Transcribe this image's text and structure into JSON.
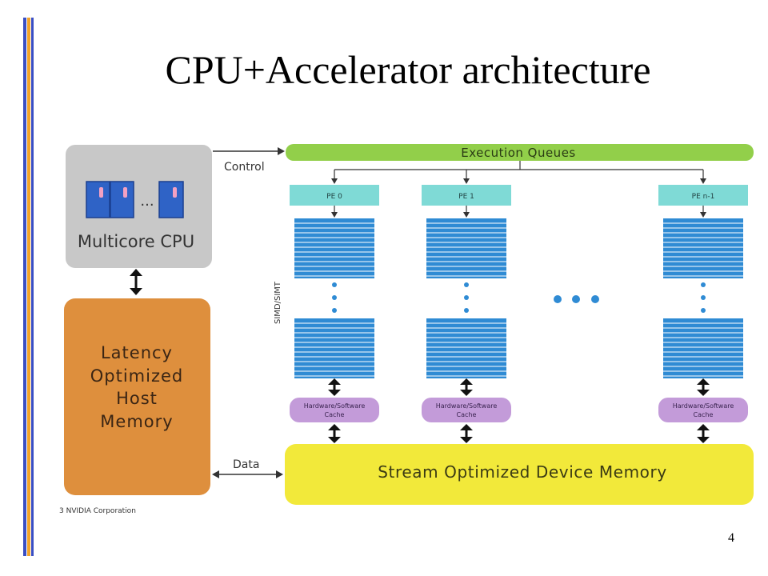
{
  "slide": {
    "title": "CPU+Accelerator architecture",
    "page_number": "4"
  },
  "diagram": {
    "cpu_label": "Multicore CPU",
    "cpu_dots": "...",
    "host_memory_lines": [
      "Latency",
      "Optimized",
      "Host",
      "Memory"
    ],
    "control_label": "Control",
    "data_label": "Data",
    "execution_queues_label": "Execution Queues",
    "simd_label": "SIMD/SIMT",
    "pe_labels": [
      "PE 0",
      "PE 1",
      "PE n-1"
    ],
    "cache_label_lines": [
      "Hardware/Software",
      "Cache"
    ],
    "device_memory_label": "Stream Optimized Device Memory",
    "copyright": "3 NVIDIA Corporation",
    "colors": {
      "cpu_box": "#c8c8c8",
      "core_blue": "#2f63c6",
      "host_memory": "#de8f3d",
      "execution_queue": "#92cf4a",
      "pe_box": "#7fdad6",
      "simd_blue": "#2f8bd4",
      "cache_purple": "#c39bd9",
      "device_memory": "#f2e93a"
    }
  }
}
